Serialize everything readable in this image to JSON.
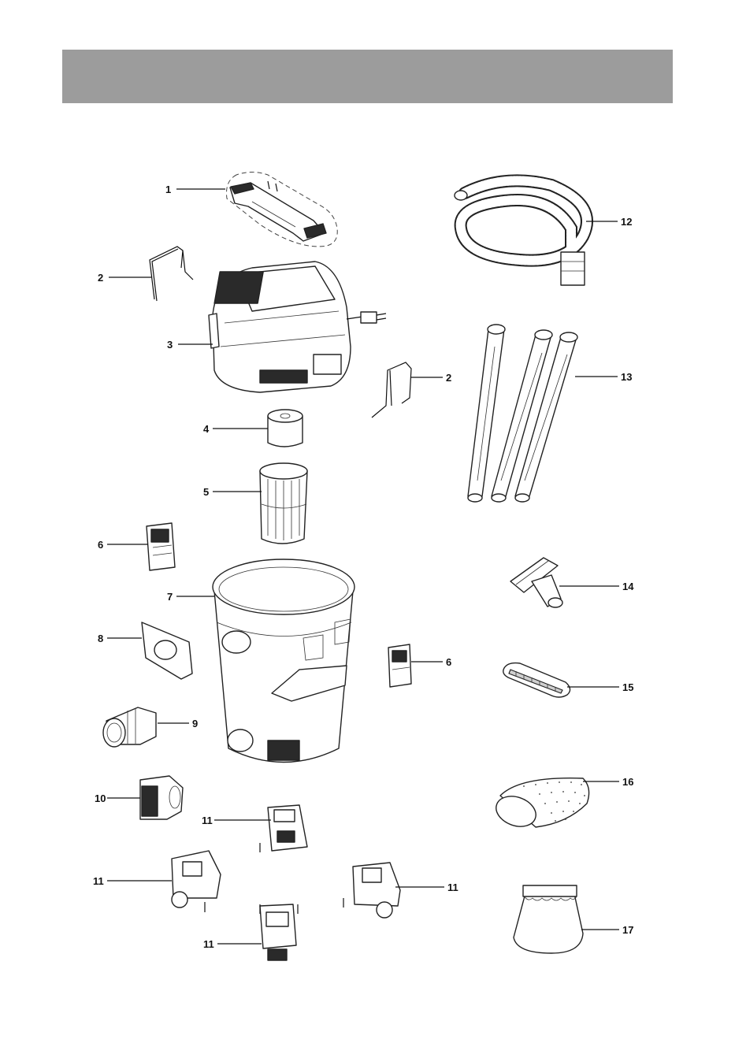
{
  "diagram": {
    "parts": [
      {
        "id": "p1",
        "number": "1",
        "icon": "carry-handle-icon"
      },
      {
        "id": "p2a",
        "number": "2",
        "icon": "wire-latch-clip-icon"
      },
      {
        "id": "p3",
        "number": "3",
        "icon": "motor-head-icon"
      },
      {
        "id": "p2b",
        "number": "2",
        "icon": "wire-latch-clip-icon"
      },
      {
        "id": "p4",
        "number": "4",
        "icon": "foam-filter-icon"
      },
      {
        "id": "p5",
        "number": "5",
        "icon": "filter-cage-icon"
      },
      {
        "id": "p6a",
        "number": "6",
        "icon": "accessory-holder-icon"
      },
      {
        "id": "p7",
        "number": "7",
        "icon": "collection-tank-icon"
      },
      {
        "id": "p8",
        "number": "8",
        "icon": "inlet-cover-icon"
      },
      {
        "id": "p9",
        "number": "9",
        "icon": "hose-adapter-icon"
      },
      {
        "id": "p6b",
        "number": "6",
        "icon": "accessory-holder-icon"
      },
      {
        "id": "p10",
        "number": "10",
        "icon": "hose-connector-icon"
      },
      {
        "id": "p11a",
        "number": "11",
        "icon": "caster-foot-icon"
      },
      {
        "id": "p11b",
        "number": "11",
        "icon": "caster-wheel-icon"
      },
      {
        "id": "p11c",
        "number": "11",
        "icon": "caster-wheel-icon"
      },
      {
        "id": "p11d",
        "number": "11",
        "icon": "caster-foot-icon"
      },
      {
        "id": "p12",
        "number": "12",
        "icon": "flexible-hose-icon"
      },
      {
        "id": "p13",
        "number": "13",
        "icon": "extension-wands-icon"
      },
      {
        "id": "p14",
        "number": "14",
        "icon": "utility-nozzle-icon"
      },
      {
        "id": "p15",
        "number": "15",
        "icon": "brush-nozzle-icon"
      },
      {
        "id": "p16",
        "number": "16",
        "icon": "foam-sleeve-icon"
      },
      {
        "id": "p17",
        "number": "17",
        "icon": "dust-bag-icon"
      }
    ]
  }
}
